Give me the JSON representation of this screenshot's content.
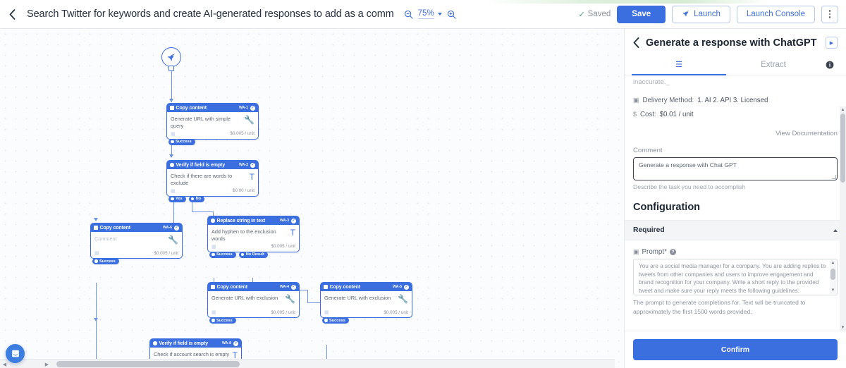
{
  "topbar": {
    "back_icon": "chevron-left-icon",
    "flow_title": "Search Twitter for keywords and create AI-generated responses to add as a comm",
    "zoom_out_icon": "zoom-out-icon",
    "zoom_level": "75%",
    "zoom_in_icon": "zoom-in-icon",
    "saved_label": "Saved",
    "save_label": "Save",
    "launch_label": "Launch",
    "launch_console_label": "Launch Console",
    "menu_icon": "kebab-menu-icon"
  },
  "canvas": {
    "start_icon": "rocket-launch-icon",
    "chat_icon": "chat-bubble-icon",
    "nodes": [
      {
        "title": "Copy content",
        "badge": "WA-1",
        "body": "Generate URL with simple query",
        "body_is_placeholder": false,
        "cost": "$0.005 / unit",
        "glyph": "wrench",
        "header_icon": "square-icon",
        "ports": [
          "Success"
        ]
      },
      {
        "title": "Verify if field is empty",
        "badge": "WA-2",
        "body": "Check if there are words to exclude",
        "body_is_placeholder": false,
        "cost": "$0.00 / unit",
        "glyph": "T",
        "header_icon": "circle-icon",
        "ports": [
          "Yes",
          "No"
        ]
      },
      {
        "title": "Copy content",
        "badge": "WA-6",
        "body": "Comment",
        "body_is_placeholder": true,
        "cost": "$0.005 / unit",
        "glyph": "wrench",
        "header_icon": "square-icon",
        "ports": [
          "Success"
        ]
      },
      {
        "title": "Replace string in text",
        "badge": "WA-3",
        "body": "Add hyphen to the exclusion words",
        "body_is_placeholder": false,
        "cost": "$0.005 / unit",
        "glyph": "T",
        "header_icon": "circle-icon",
        "ports": [
          "Success",
          "No Result"
        ]
      },
      {
        "title": "Copy content",
        "badge": "WA-4",
        "body": "Generate URL with exclusion",
        "body_is_placeholder": false,
        "cost": "$0.005 / unit",
        "glyph": "wrench",
        "header_icon": "square-icon",
        "ports": [
          "Success"
        ]
      },
      {
        "title": "Copy content",
        "badge": "WA-5",
        "body": "Generate URL with exclusion",
        "body_is_placeholder": false,
        "cost": "$0.005 / unit",
        "glyph": "wrench",
        "header_icon": "square-icon",
        "ports": [
          "Success"
        ]
      },
      {
        "title": "Verify if field is empty",
        "badge": "WA-8",
        "body": "Check if account search is empty",
        "body_is_placeholder": false,
        "cost": "",
        "glyph": "T",
        "header_icon": "circle-icon",
        "ports": []
      }
    ]
  },
  "panel": {
    "back_icon": "chevron-left-icon",
    "title": "Generate a response with ChatGPT",
    "play_icon": "play-button-icon",
    "tabs": [
      {
        "label": "",
        "icon": "list-view-icon",
        "active": true
      },
      {
        "label": "Extract",
        "icon": "",
        "active": false
      }
    ],
    "info_icon": "info-circle-icon",
    "description_tail": "inaccurate._",
    "delivery_label": "Delivery Method:",
    "delivery_value": "1. AI 2. API 3. Licensed",
    "delivery_icon": "document-icon",
    "cost_label": "Cost:",
    "cost_value": "$0.01 / unit",
    "cost_icon": "dollar-sign-icon",
    "doc_link": "View Documentation",
    "comment_label": "Comment",
    "comment_value": "Generate a response with Chat GPT",
    "comment_help": "Describe the task you need to accomplish",
    "configuration_title": "Configuration",
    "required_label": "Required",
    "required_collapse_icon": "caret-up-icon",
    "prompt_label": "Prompt*",
    "prompt_icon": "textarea-icon",
    "prompt_help_icon": "question-mark-icon",
    "prompt_value": "You are a social media manager for a company. You are adding replies to tweets from other companies and users to improve engagement and brand recognition for your company.  Write a short reply to the provided tweet and make sure your reply meets the following guidelines:",
    "prompt_help": "The prompt to generate completions for. Text will be truncated to approximately the first 1500 words provided.",
    "confirm_label": "Confirm"
  },
  "colors": {
    "accent": "#3b6fe0",
    "node_border": "#3b6fe0",
    "saved_green": "#4aa167",
    "panel_bg": "#ffffff"
  }
}
